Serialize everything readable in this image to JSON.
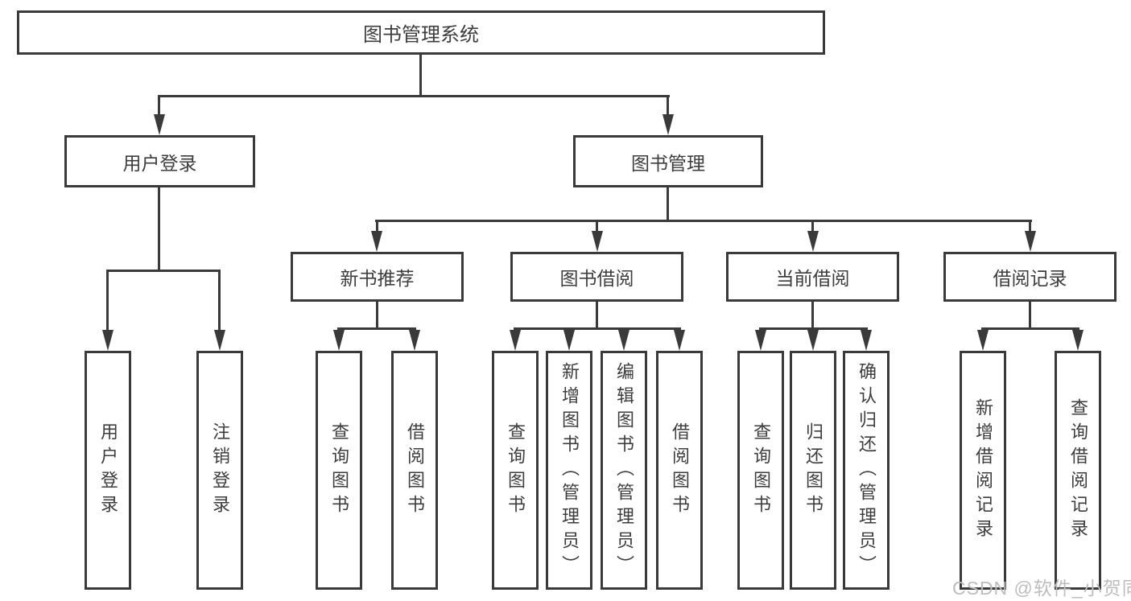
{
  "colors": {
    "line": "#3a3a3a",
    "text": "#3d3d3d",
    "watermark": "#bdbdbd",
    "background": "#ffffff"
  },
  "watermark": {
    "text": "CSDN @软件_小贺同学"
  },
  "tree": {
    "label": "图书管理系统",
    "children": [
      {
        "label": "用户登录",
        "children": [
          {
            "label": "用户登录"
          },
          {
            "label": "注销登录"
          }
        ]
      },
      {
        "label": "图书管理",
        "children": [
          {
            "label": "新书推荐",
            "children": [
              {
                "label": "查询图书"
              },
              {
                "label": "借阅图书"
              }
            ]
          },
          {
            "label": "图书借阅",
            "children": [
              {
                "label": "查询图书"
              },
              {
                "label": "新增图书（管理员）"
              },
              {
                "label": "编辑图书（管理员）"
              },
              {
                "label": "借阅图书"
              }
            ]
          },
          {
            "label": "当前借阅",
            "children": [
              {
                "label": "查询图书"
              },
              {
                "label": "归还图书"
              },
              {
                "label": "确认归还（管理员）"
              }
            ]
          },
          {
            "label": "借阅记录",
            "children": [
              {
                "label": "新增借阅记录"
              },
              {
                "label": "查询借阅记录"
              }
            ]
          }
        ]
      }
    ]
  }
}
